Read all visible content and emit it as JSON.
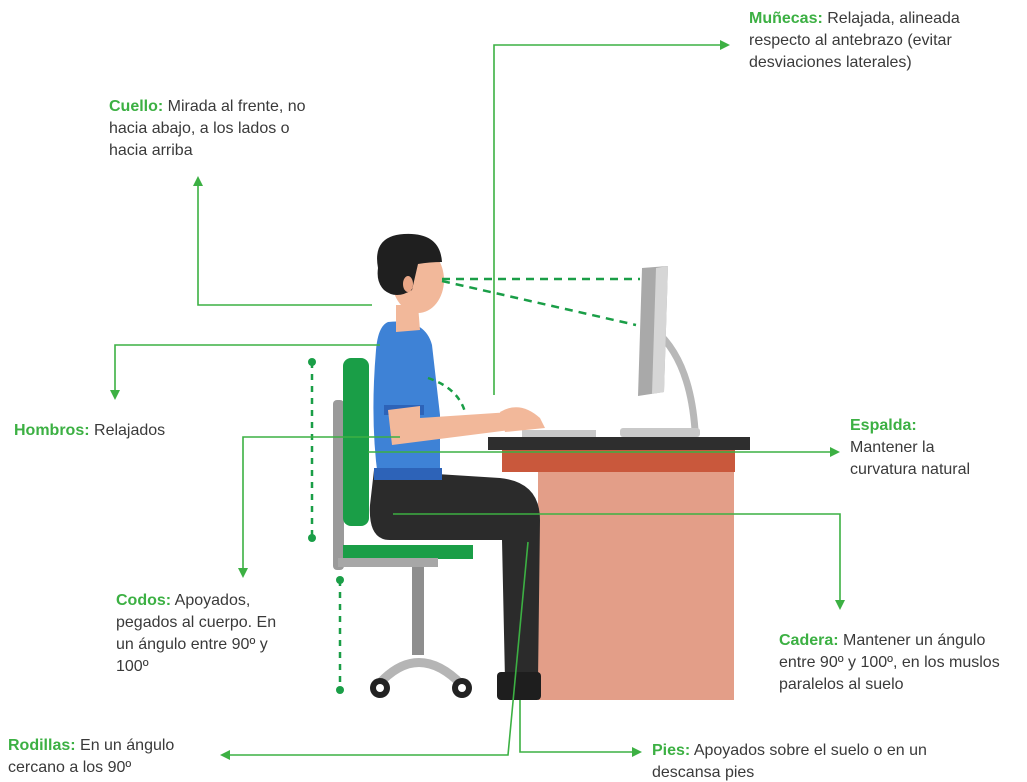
{
  "colors": {
    "accent_green": "#3cb043",
    "chair_green": "#1a9e47",
    "shirt_blue": "#3e82d6",
    "desk_top": "#2e2e2e",
    "desk_edge": "#c9583c",
    "desk_body": "#e39e88"
  },
  "annotations": {
    "munecas": {
      "title": "Muñecas:",
      "text": "Relajada, alineada respecto al antebrazo (evitar desviaciones laterales)"
    },
    "cuello": {
      "title": "Cuello:",
      "text": "Mirada al frente, no hacia abajo, a los lados o hacia arriba"
    },
    "hombros": {
      "title": "Hombros:",
      "text": "Relajados"
    },
    "espalda": {
      "title": "Espalda:",
      "text": "Mantener la curvatura natural"
    },
    "codos": {
      "title": "Codos:",
      "text": "Apoyados, pegados al cuerpo. En un ángulo entre 90º y 100º"
    },
    "cadera": {
      "title": "Cadera:",
      "text": "Mantener un ángulo entre 90º y 100º, en los muslos paralelos al suelo"
    },
    "rodillas": {
      "title": "Rodillas:",
      "text": "En un ángulo cercano a los 90º"
    },
    "pies": {
      "title": "Pies:",
      "text": "Apoyados sobre el suelo o en un descansa pies"
    }
  }
}
